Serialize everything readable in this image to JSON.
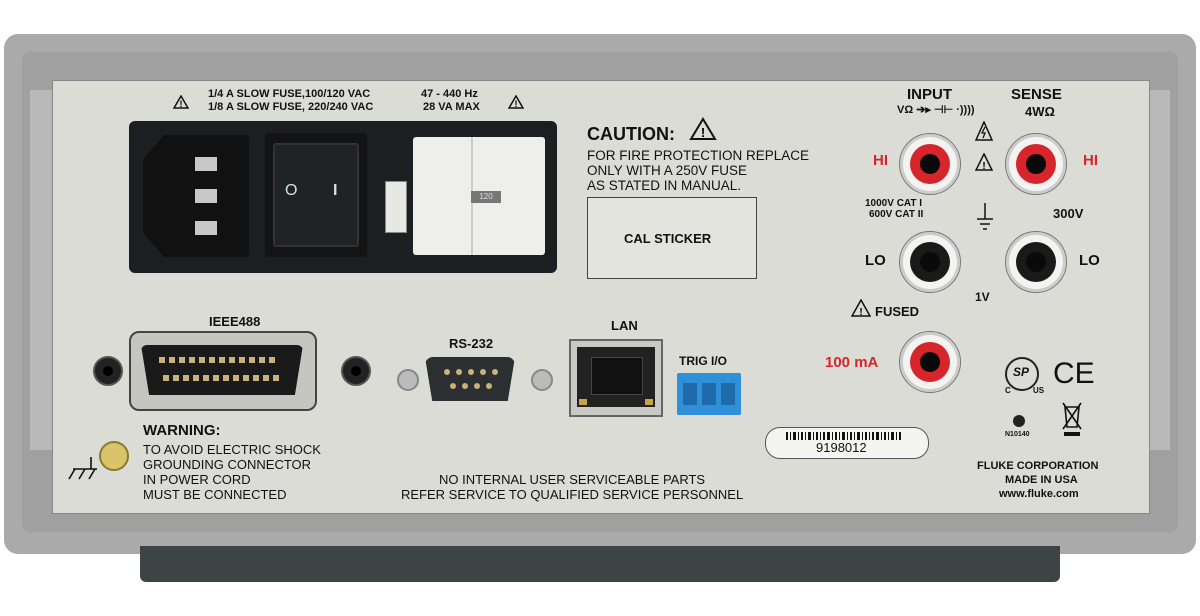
{
  "power": {
    "fuse_line1": "1/4 A SLOW FUSE,100/120 VAC",
    "fuse_line2": "1/8 A SLOW FUSE, 220/240 VAC",
    "freq": "47 - 440 Hz",
    "va": "28 VA MAX",
    "switch_on": "O",
    "switch_off": "I",
    "fuse_label": "120"
  },
  "caution": {
    "title": "CAUTION:",
    "line1": "FOR FIRE PROTECTION REPLACE",
    "line2": "ONLY WITH A 250V FUSE",
    "line3": "AS STATED IN MANUAL.",
    "cal": "CAL STICKER"
  },
  "terminals": {
    "input": "INPUT",
    "input_symbols": "VΩ ➔▸ ⊣⊢ ·))))",
    "sense": "SENSE",
    "sense_sub": "4WΩ",
    "hi_left": "HI",
    "hi_right": "HI",
    "lo_left": "LO",
    "lo_right": "LO",
    "cat1": "1000V CAT I",
    "cat2": "600V CAT II",
    "v300": "300V",
    "v1": "1V",
    "fused": "FUSED",
    "ma": "100 mA"
  },
  "ports": {
    "ieee": "IEEE488",
    "rs232": "RS-232",
    "lan": "LAN",
    "trig": "TRIG I/O"
  },
  "warning": {
    "title": "WARNING:",
    "line1": "TO AVOID ELECTRIC SHOCK",
    "line2": "GROUNDING CONNECTOR",
    "line3": "IN POWER CORD",
    "line4": "MUST BE CONNECTED"
  },
  "service": {
    "line1": "NO INTERNAL USER SERVICEABLE PARTS",
    "line2": "REFER SERVICE TO QUALIFIED SERVICE PERSONNEL"
  },
  "serial": "9198012",
  "maker": {
    "line1": "FLUKE CORPORATION",
    "line2": "MADE IN USA",
    "line3": "www.fluke.com"
  },
  "marks": {
    "csa": "SP",
    "csa_c": "C",
    "csa_us": "US",
    "ce": "CE",
    "ctick": "N10140"
  },
  "colors": {
    "case": "#a9aaa9",
    "panel": "#dcdcd6",
    "accent_red": "#d7262b",
    "trig_blue": "#2f8fd8"
  }
}
